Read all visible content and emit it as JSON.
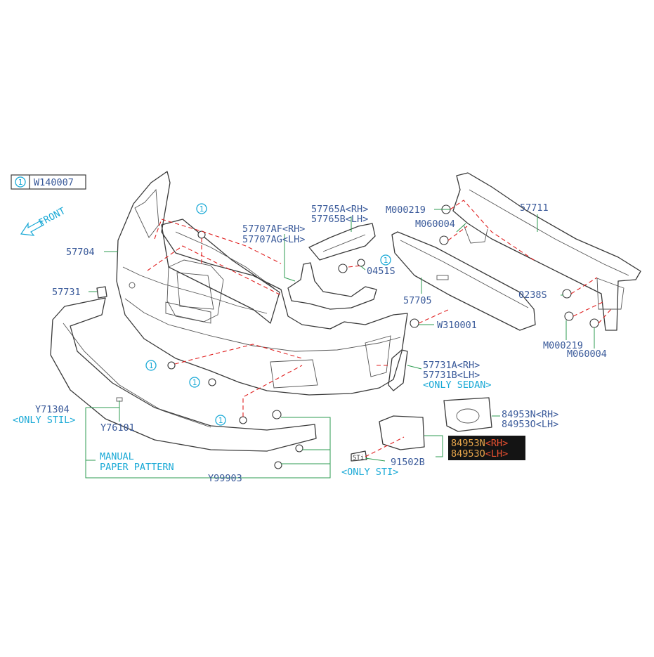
{
  "legend": {
    "symbol": "1",
    "code": "W140007"
  },
  "front_label": "FRONT",
  "callout_symbol": "1",
  "labels": {
    "p57704": "57704",
    "p57731": "57731",
    "p57707af": "57707AF<RH>",
    "p57707ag": "57707AG<LH>",
    "p57765a": "57765A<RH>",
    "p57765b": "57765B<LH>",
    "p0451s": "0451S",
    "pM000219a": "M000219",
    "pM060004a": "M060004",
    "p57711": "57711",
    "p57705": "57705",
    "p0238s": "0238S",
    "pW310001": "W310001",
    "pM000219b": "M000219",
    "pM060004b": "M060004",
    "p57731a": "57731A<RH>",
    "p57731b": "57731B<LH>",
    "only_sedan": "<ONLY SEDAN>",
    "p84953n": "84953N<RH>",
    "p84953o": "84953O<LH>",
    "p91502b": "91502B",
    "only_sti": "<ONLY STI>",
    "pY71304": "Y71304",
    "only_stil": "<ONLY STIL>",
    "pY76101": "Y76101",
    "manual": "MANUAL",
    "paper_pattern": "PAPER PATTERN",
    "pY99903": "Y99903",
    "sti_badge": "STi"
  },
  "highlight": {
    "line1_code": "84953N",
    "line1_side": "<RH>",
    "line2_code": "84953O",
    "line2_side": "<LH>"
  },
  "colors": {
    "label": "#3a5a9a",
    "note": "#19a9d6",
    "leader": "#2d9b50",
    "dashed": "#e02020",
    "highlight_bg": "#141414",
    "highlight_code": "#e8a64b",
    "highlight_side": "#e85030"
  }
}
